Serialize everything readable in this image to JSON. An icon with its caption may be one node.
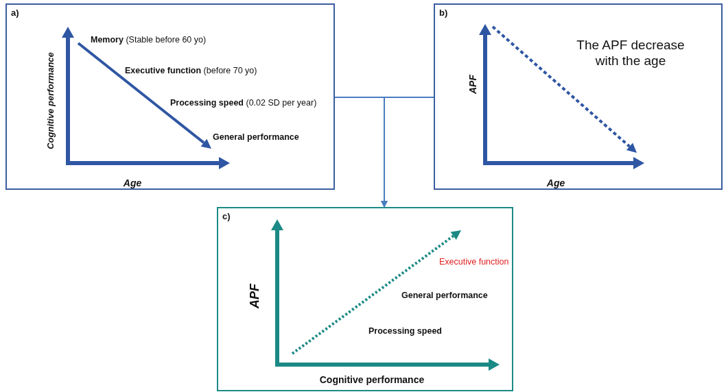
{
  "diagram": {
    "nodes": [
      {
        "text": [
          "a)",
          "**Memory** (Stable before 60 yo)",
          "**Executive function** (before 70 yo)",
          "**Processing speed** (0.02 SD per year)",
          "General performance",
          "Cognitive performance",
          "Age"
        ]
      },
      {
        "text": [
          "b)",
          "The APF decrease with the age",
          "APF",
          "Age"
        ]
      },
      {
        "text": [
          "c)",
          "Executive function",
          "General performance",
          "Processing speed",
          "APF",
          "Cognitive performance"
        ]
      }
    ],
    "edges": [
      {
        "from": 0,
        "to": 2,
        "arrow": "to"
      },
      {
        "from": 1,
        "to": 2,
        "arrow": "to"
      }
    ]
  }
}
